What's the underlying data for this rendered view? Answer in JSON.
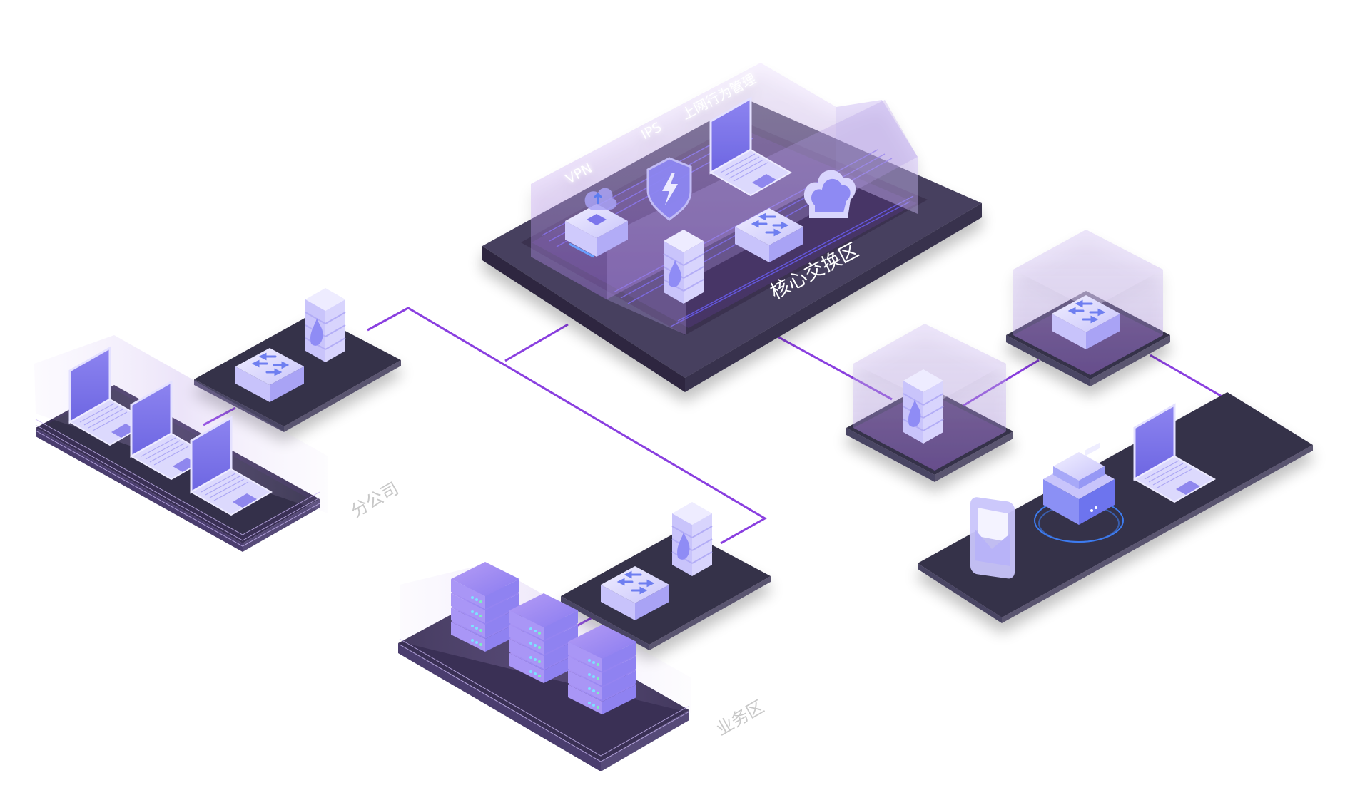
{
  "diagram": {
    "type": "isometric-network-topology",
    "colors": {
      "platform_dark": "#35304a",
      "platform_edge": "#5a5470",
      "platform_inner": "#463862",
      "glass_purple": "#b89be8",
      "glow_pink": "#e79cf7",
      "link_line": "#8a3fe0",
      "device_light": "#d8d6fb",
      "device_mid": "#a9a3f5",
      "device_accent": "#6e6ce6",
      "label_gray": "#c8c8c8",
      "label_white": "#ffffff"
    },
    "zones": {
      "core": {
        "label": "核心交换区",
        "services": [
          {
            "label": "VPN",
            "icon": "vpn-device-icon"
          },
          {
            "label": "IPS",
            "icon": "shield-bolt-icon"
          },
          {
            "label": "上网行为管理",
            "icon": "laptop-icon"
          }
        ],
        "devices": [
          {
            "name": "firewall",
            "icon": "firewall-icon"
          },
          {
            "name": "switch",
            "icon": "switch-icon"
          },
          {
            "name": "cloud",
            "icon": "cloud-icon"
          }
        ]
      },
      "branch": {
        "label": "分公司",
        "gateway": [
          {
            "name": "switch",
            "icon": "switch-icon"
          },
          {
            "name": "firewall",
            "icon": "firewall-icon"
          }
        ],
        "endpoints": [
          {
            "name": "laptop-1",
            "icon": "laptop-icon"
          },
          {
            "name": "laptop-2",
            "icon": "laptop-icon"
          },
          {
            "name": "laptop-3",
            "icon": "laptop-icon"
          }
        ]
      },
      "business": {
        "label": "业务区",
        "gateway": [
          {
            "name": "switch",
            "icon": "switch-icon"
          },
          {
            "name": "firewall",
            "icon": "firewall-icon"
          }
        ],
        "servers": [
          {
            "name": "server-rack-1",
            "units": 4
          },
          {
            "name": "server-rack-2",
            "units": 4
          },
          {
            "name": "server-rack-3",
            "units": 4
          }
        ]
      },
      "external": {
        "label": "",
        "gateway": [
          {
            "name": "firewall",
            "icon": "firewall-icon"
          },
          {
            "name": "switch",
            "icon": "switch-icon"
          }
        ],
        "endpoints": [
          {
            "name": "mail",
            "icon": "mail-icon"
          },
          {
            "name": "server",
            "icon": "server-box-icon"
          },
          {
            "name": "laptop",
            "icon": "laptop-icon"
          }
        ]
      }
    },
    "links": [
      {
        "from": "branch.firewall",
        "to": "business.firewall",
        "via": "core"
      },
      {
        "from": "core",
        "to": "branch-business-trunk"
      },
      {
        "from": "branch.switch",
        "to": "branch.endpoints"
      },
      {
        "from": "business.switch",
        "to": "business.servers"
      },
      {
        "from": "core",
        "to": "external.firewall"
      },
      {
        "from": "external.firewall",
        "to": "external.switch"
      },
      {
        "from": "external.switch",
        "to": "external.endpoints"
      }
    ]
  }
}
